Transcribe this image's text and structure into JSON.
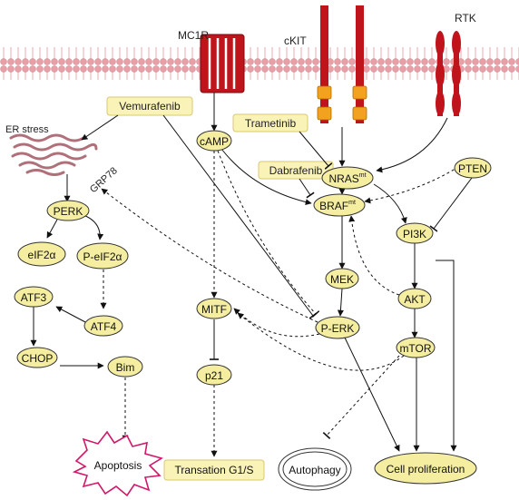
{
  "labels": {
    "mc1r": "MC1R",
    "ckit": "cKIT",
    "rtk": "RTK",
    "er_stress": "ER stress",
    "grp78": "GRP78"
  },
  "drugs": {
    "vemurafenib": "Vemurafenib",
    "trametinib": "Trametinib",
    "dabrafenib": "Dabrafenib"
  },
  "nodes": {
    "camp": "cAMP",
    "nras": "NRAS",
    "nras_sup": "mt",
    "braf": "BRAF",
    "braf_sup": "mt",
    "pten": "PTEN",
    "pi3k": "PI3K",
    "mek": "MEK",
    "akt": "AKT",
    "perk_e": "P-ERK",
    "mtor": "mTOR",
    "mitf": "MITF",
    "p21": "p21",
    "perk": "PERK",
    "eif2a": "eIF2α",
    "p_eif2a": "P-eIF2α",
    "atf3": "ATF3",
    "atf4": "ATF4",
    "chop": "CHOP",
    "bim": "Bim"
  },
  "outcomes": {
    "apoptosis": "Apoptosis",
    "transition": "Transation G1/S",
    "autophagy": "Autophagy",
    "proliferation": "Cell proliferation"
  },
  "colors": {
    "node_fill": "#f5eea0",
    "node_stroke": "#333333",
    "drug_fill": "#faf3b8",
    "drug_stroke": "#d8c870",
    "membrane_head": "#e8a0a8",
    "receptor": "#c0141c",
    "kit_box": "#f2a21e",
    "er": "#b0707a",
    "apoptosis": "#d01868"
  }
}
